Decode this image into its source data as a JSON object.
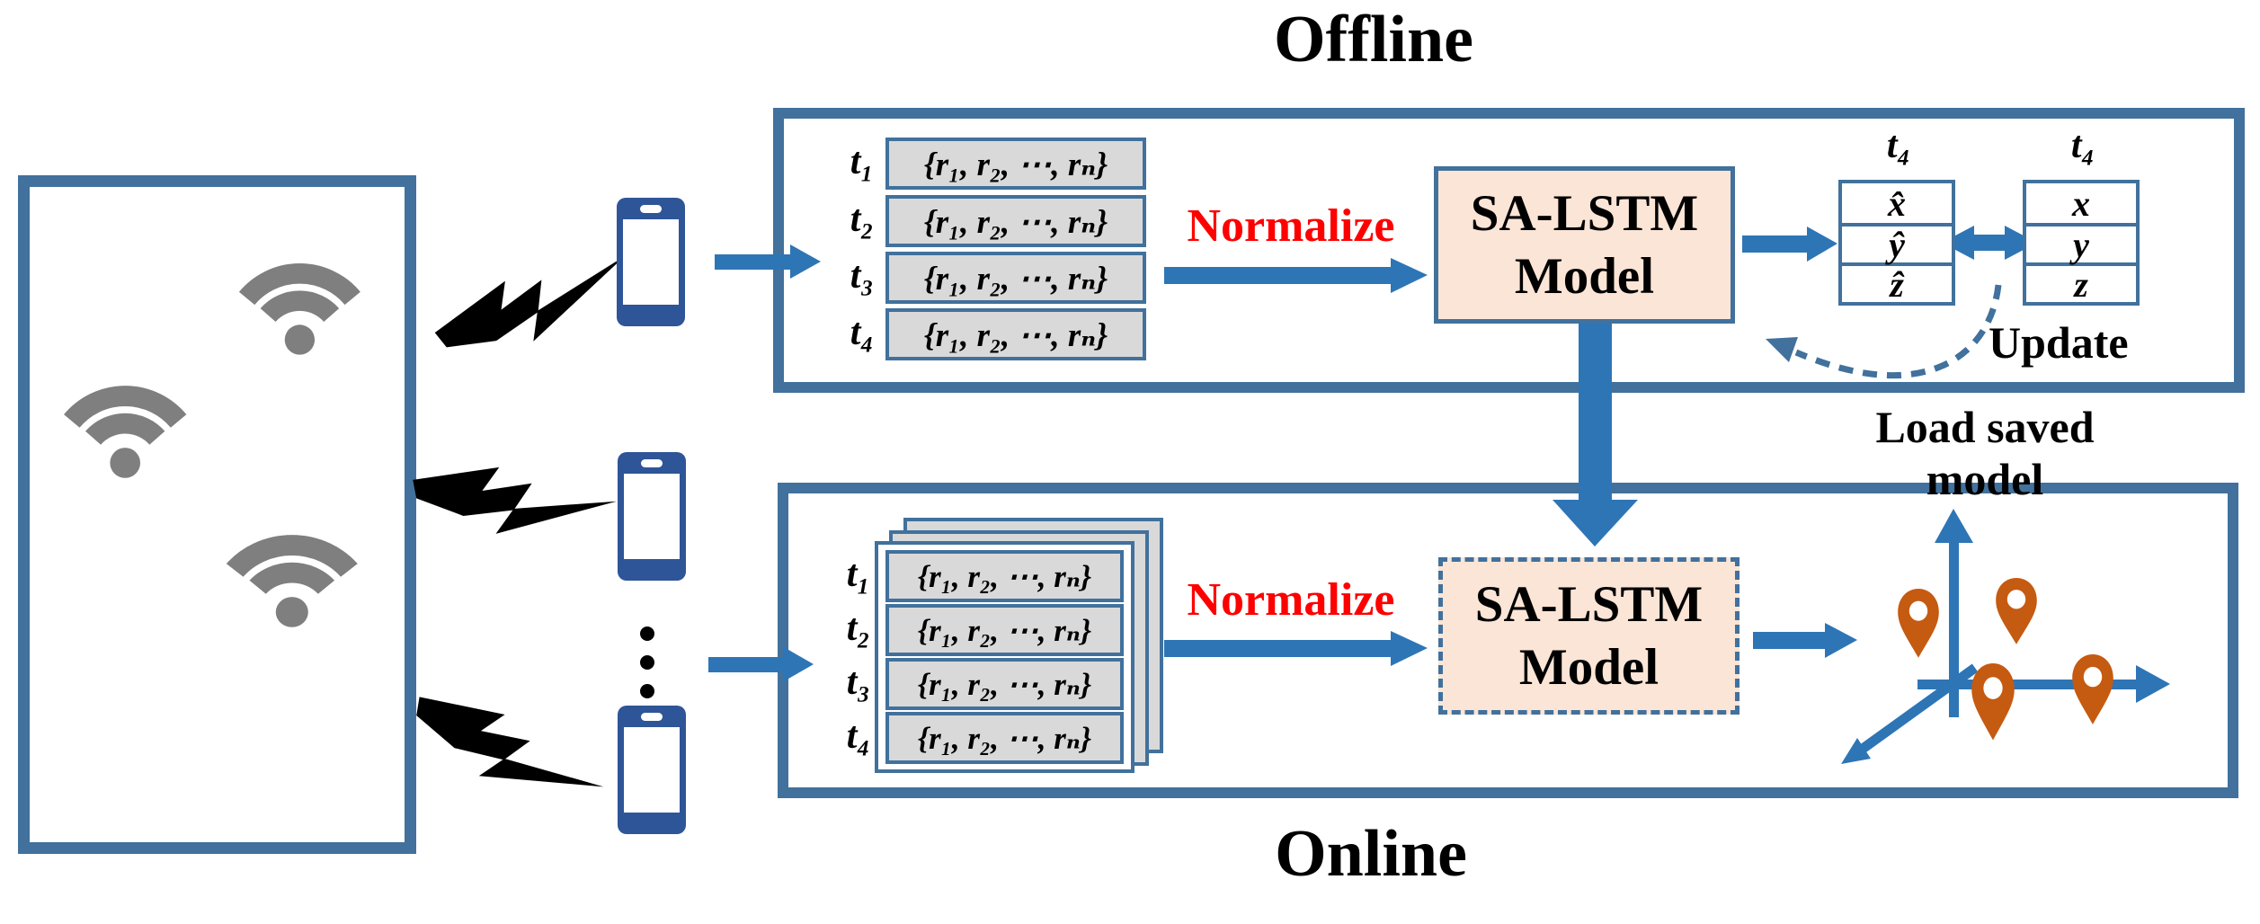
{
  "colors": {
    "box-border": "#41719c",
    "arrow-blue": "#2e75b6",
    "cell-gray": "#d9d9d9",
    "model-fill": "#fbe5d6",
    "accent-red": "#ff0000",
    "pin-orange": "#c55a11",
    "phone-blue": "#2e5597",
    "wifi-gray": "#7f7f7f",
    "bolt-black": "#000000",
    "text-black": "#000000"
  },
  "offline": {
    "title": "Offline",
    "sequence_table": {
      "t_labels": [
        "t₁",
        "t₂",
        "t₃",
        "t₄"
      ],
      "rows": [
        "{r₁, r₂, ⋯, rₙ}",
        "{r₁, r₂, ⋯, rₙ}",
        "{r₁, r₂, ⋯, rₙ}",
        "{r₁, r₂, ⋯, rₙ}"
      ]
    },
    "normalize_label": "Normalize",
    "model_box": {
      "line1": "SA-LSTM",
      "line2": "Model"
    },
    "predicted_table": {
      "header": "t₄",
      "cells": [
        "x̂",
        "ŷ",
        "ẑ"
      ]
    },
    "ground_truth_table": {
      "header": "t₄",
      "cells": [
        "x",
        "y",
        "z"
      ]
    },
    "update_label": "Update"
  },
  "transfer": {
    "load_saved_line1": "Load saved",
    "load_saved_line2": "model"
  },
  "online": {
    "title": "Online",
    "sequence_table": {
      "t_labels": [
        "t₁",
        "t₂",
        "t₃",
        "t₄"
      ],
      "rows": [
        "{r₁, r₂, ⋯, rₙ}",
        "{r₁, r₂, ⋯, rₙ}",
        "{r₁, r₂, ⋯, rₙ}",
        "{r₁, r₂, ⋯, rₙ}"
      ]
    },
    "normalize_label": "Normalize",
    "model_box": {
      "line1": "SA-LSTM",
      "line2": "Model"
    }
  }
}
